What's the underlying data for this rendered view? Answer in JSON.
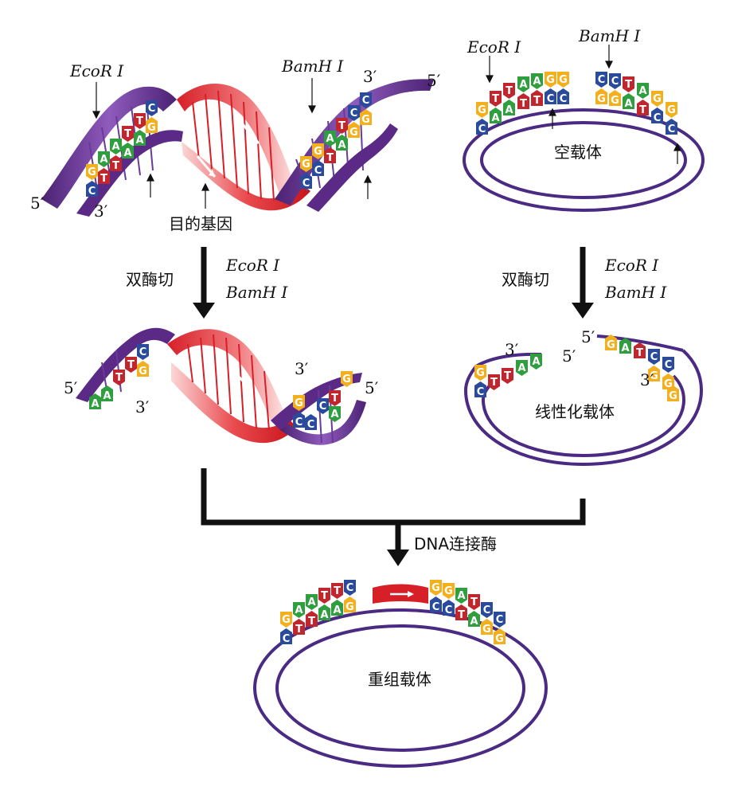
{
  "labels": {
    "five_prime": "5′",
    "three_prime": "3′",
    "ecor": "EcoR Ⅰ",
    "bam": "BamH Ⅰ",
    "target_gene": "目的基因",
    "empty_vector": "空载体",
    "double_digest": "双酶切",
    "linear_vector": "线性化载体",
    "ligase": "DNA连接酶",
    "recombinant_vector": "重组载体"
  },
  "base_colors": {
    "A": "#2e9e3e",
    "T": "#c0262d",
    "G": "#f2b01e",
    "C": "#2a4b9b"
  },
  "helix_colors": {
    "vector_strand": "#5b2a86",
    "gene_strand": "#d71f28",
    "ring": "#4a2a82",
    "arrow": "#111111"
  },
  "sequences": {
    "top_left_helix": [
      "G",
      "A",
      "A",
      "T",
      "T",
      "C"
    ],
    "top_right_helix": [
      "G",
      "G",
      "A",
      "T",
      "C",
      "C"
    ],
    "empty_vector": [
      "C",
      "T",
      "T",
      "A",
      "A",
      "G",
      "G",
      "C",
      "C",
      "T",
      "A",
      "G",
      "G"
    ],
    "mid_left_fragment": [
      "A",
      "A",
      "T",
      "T",
      "C",
      "G"
    ],
    "mid_right_fragment": [
      "G",
      "C",
      "C",
      "T",
      "A",
      "G"
    ],
    "linear_left": [
      "C",
      "T",
      "T",
      "A",
      "A"
    ],
    "linear_right": [
      "G",
      "A",
      "T",
      "C",
      "C",
      "G"
    ],
    "recombinant_left": [
      "G",
      "A",
      "A",
      "T",
      "T",
      "C"
    ],
    "recombinant_right": [
      "G",
      "G",
      "A",
      "T",
      "C",
      "C"
    ]
  }
}
